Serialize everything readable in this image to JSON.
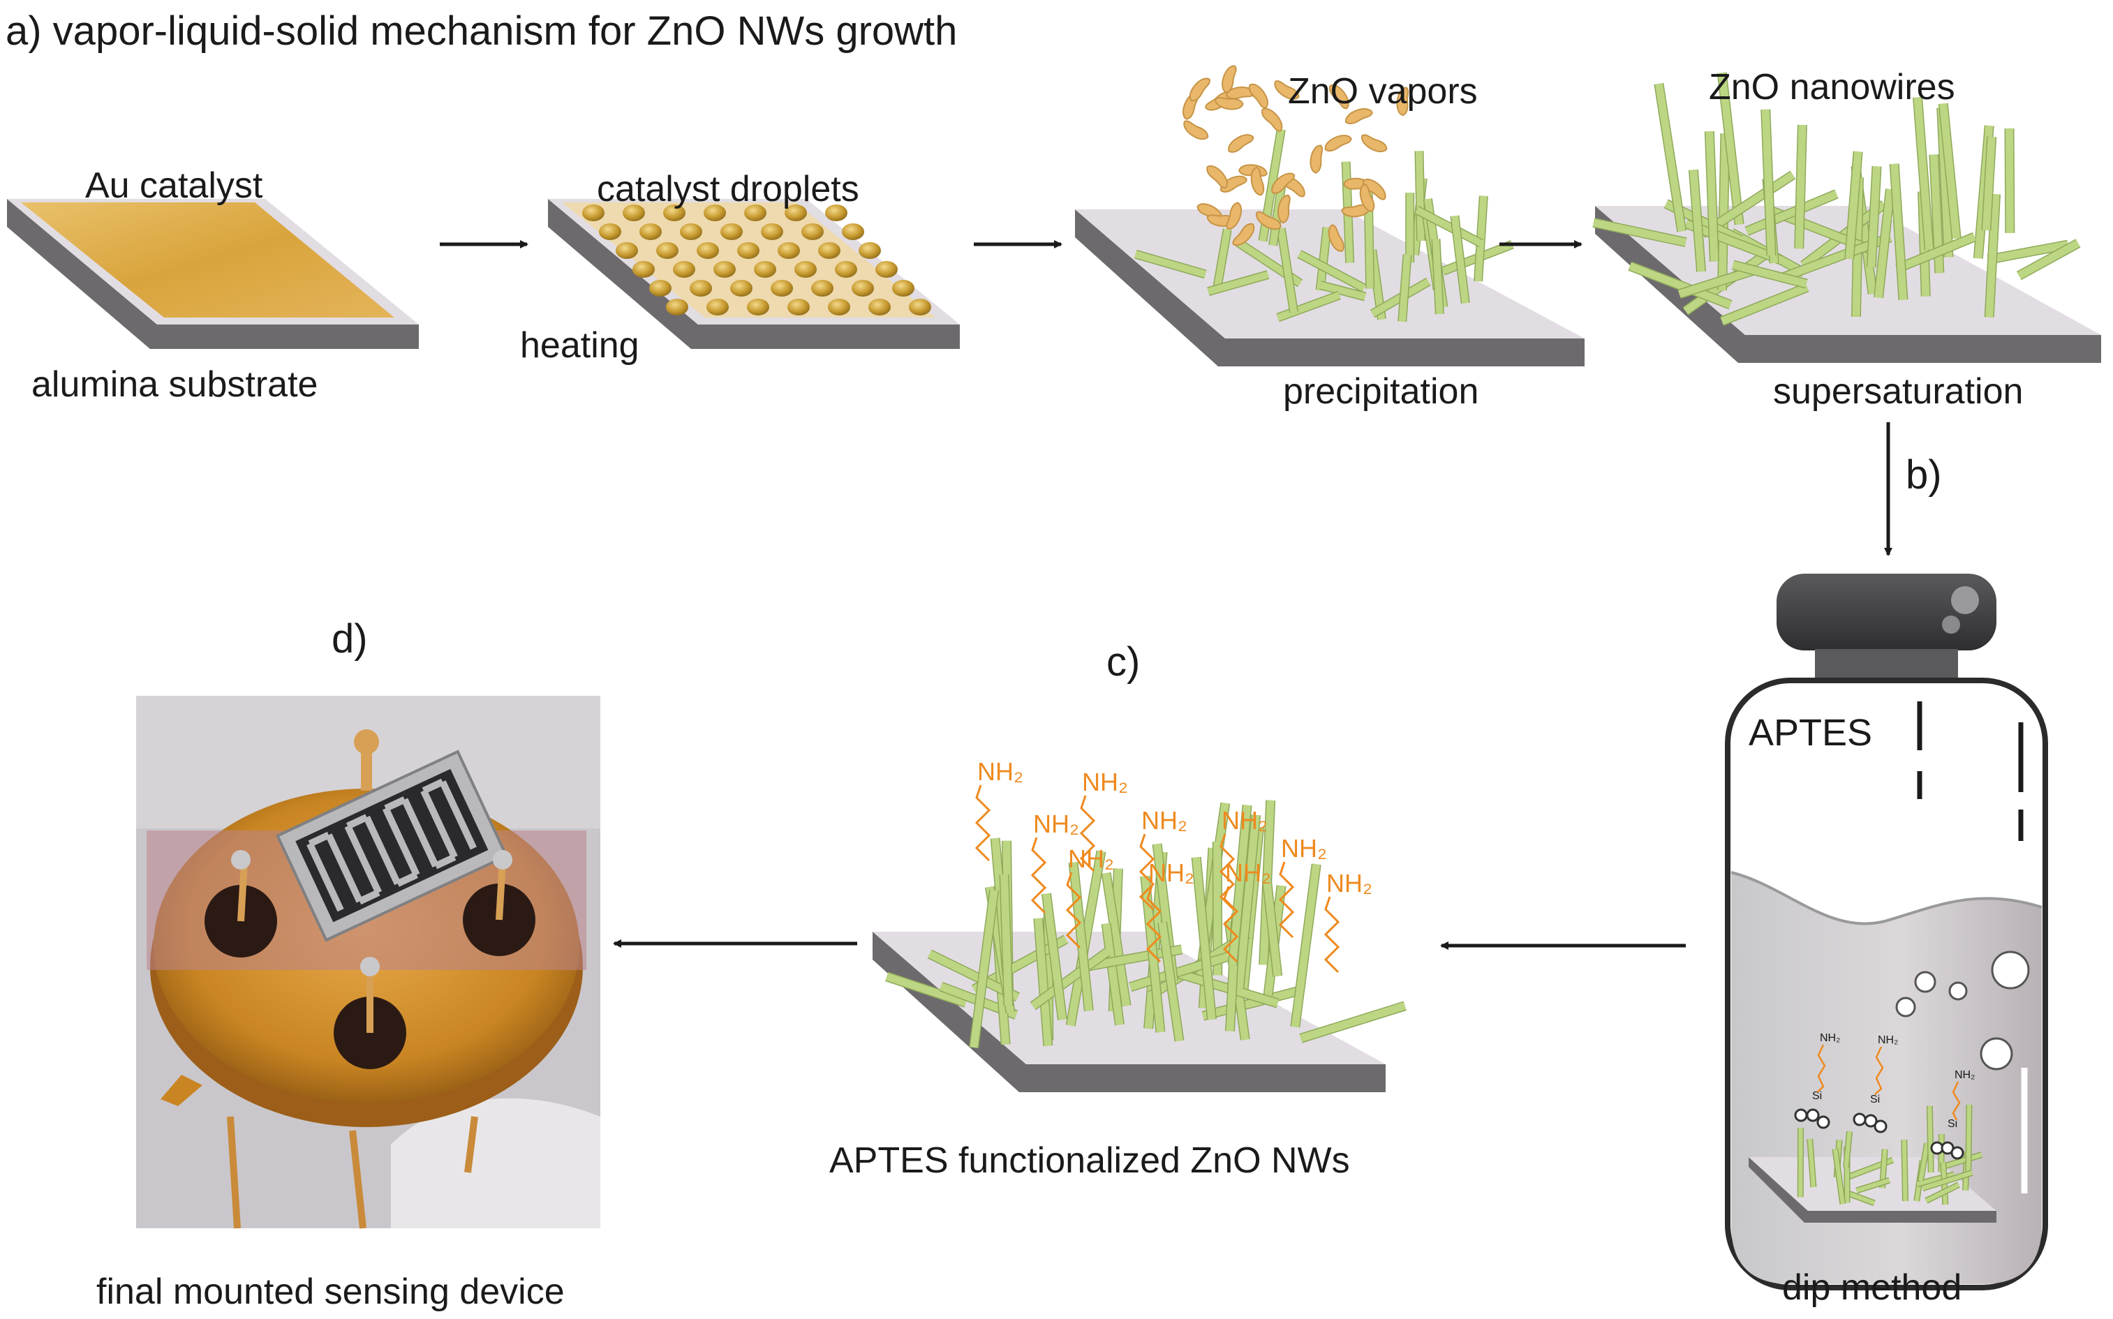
{
  "title": "a) vapor-liquid-solid mechanism for ZnO NWs growth",
  "step_labels": {
    "au_catalyst": "Au catalyst",
    "alumina_substrate": "alumina substrate",
    "heating": "heating",
    "catalyst_droplets": "catalyst droplets",
    "zno_vapors": "ZnO vapors",
    "precipitation": "precipitation",
    "zno_nanowires": "ZnO nanowires",
    "supersaturation": "supersaturation"
  },
  "panel_labels": {
    "b": "b)",
    "c": "c)",
    "d": "d)"
  },
  "bottle": {
    "label": "APTES",
    "nh2": "NH₂",
    "si": "Si",
    "o": "O"
  },
  "functionalized_label": "APTES functionalized ZnO NWs",
  "amine_label": "NH₂",
  "dip_label": "dip method",
  "device_label": "final mounted sensing device",
  "colors": {
    "substrate_top": "#e2dde2",
    "substrate_side": "#6d6a6d",
    "gold": "#dba640",
    "nanowire": "#bcd683",
    "aptes_chain": "#ee8a1f",
    "arrow": "#1a1a1a"
  }
}
